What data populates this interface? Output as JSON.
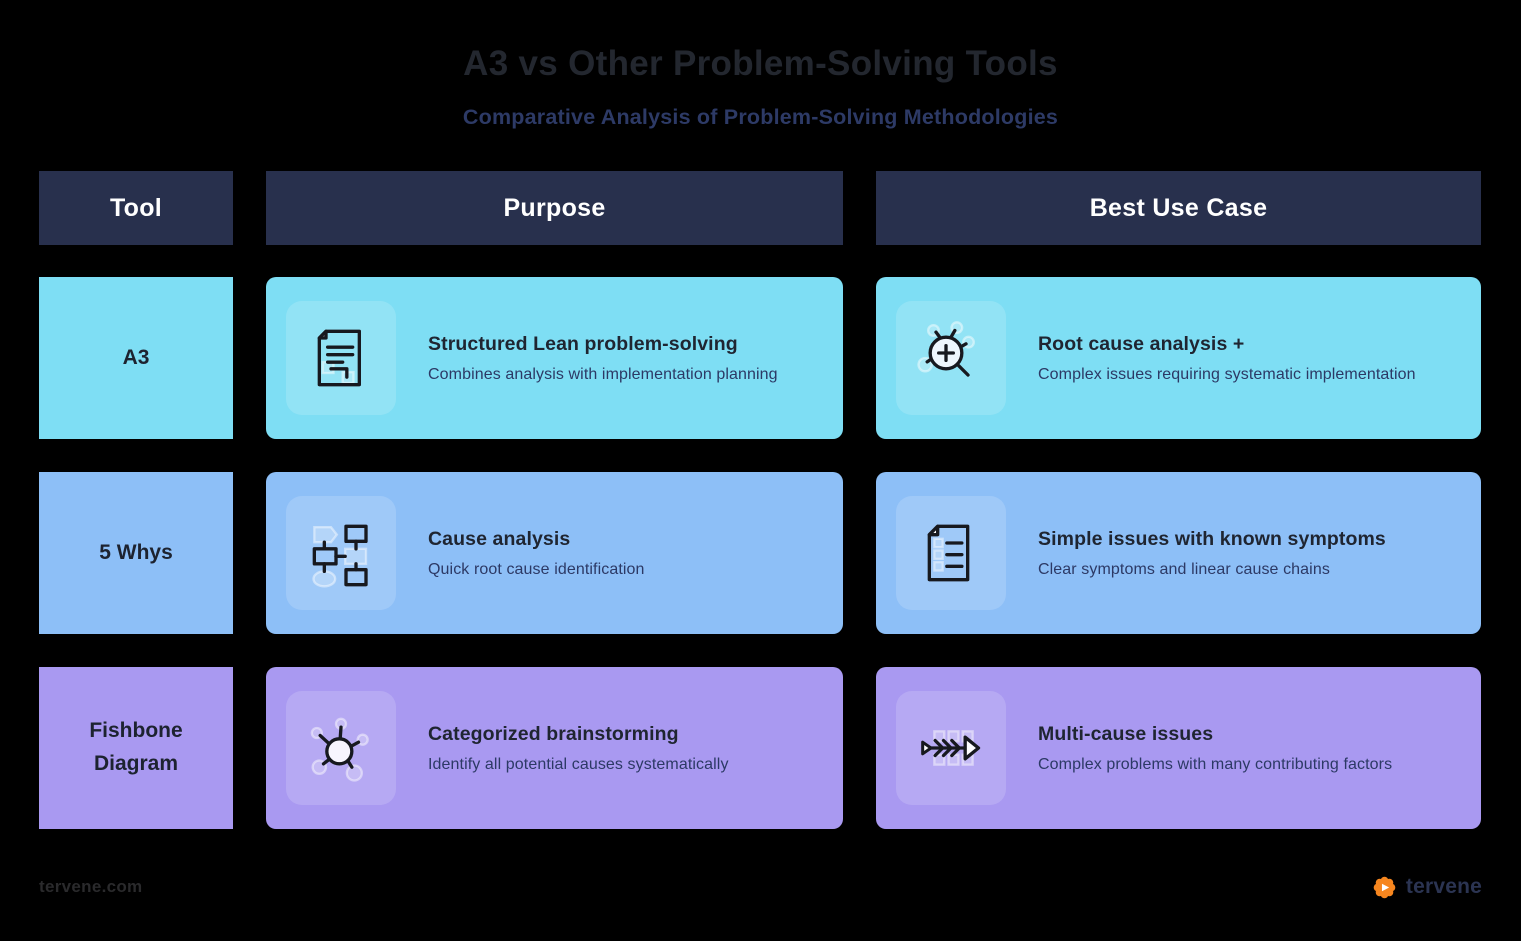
{
  "page": {
    "title": "A3 vs Other Problem-Solving Tools",
    "subtitle": "Comparative Analysis of Problem-Solving Methodologies"
  },
  "table": {
    "headers": [
      {
        "label": "Tool"
      },
      {
        "label": "Purpose"
      },
      {
        "label": "Best Use Case"
      }
    ],
    "rows": [
      {
        "tool": "A3",
        "accent": "#7edef4",
        "purpose": {
          "icon": "document-icon",
          "title": "Structured Lean problem-solving",
          "description": "Combines analysis with implementation planning"
        },
        "best_use_case": {
          "icon": "magnifier-plus-icon",
          "title": "Root cause analysis +",
          "description": "Complex issues requiring systematic implementation"
        }
      },
      {
        "tool": "5 Whys",
        "accent": "#8dbff7",
        "purpose": {
          "icon": "flowchart-icon",
          "title": "Cause analysis",
          "description": "Quick root cause identification"
        },
        "best_use_case": {
          "icon": "list-document-icon",
          "title": "Simple issues with known symptoms",
          "description": "Clear symptoms and linear cause chains"
        }
      },
      {
        "tool": "Fishbone Diagram",
        "accent": "#a999f1",
        "purpose": {
          "icon": "mindmap-icon",
          "title": "Categorized brainstorming",
          "description": "Identify all potential causes systematically"
        },
        "best_use_case": {
          "icon": "fishbone-icon",
          "title": "Multi-cause issues",
          "description": "Complex problems with many contributing factors"
        }
      }
    ]
  },
  "footer": {
    "website": "tervene.com",
    "brand": "tervene"
  },
  "palette": {
    "background": "#000000",
    "header_cell": "#28304d",
    "header_text": "#ffffff",
    "title_text": "#23272f",
    "subtitle_text": "#2d3a66",
    "cell_title_text": "#1f2531",
    "cell_desc_text": "#2c3965",
    "brand_orange": "#f6861f",
    "brand_navy": "#2b3452"
  }
}
